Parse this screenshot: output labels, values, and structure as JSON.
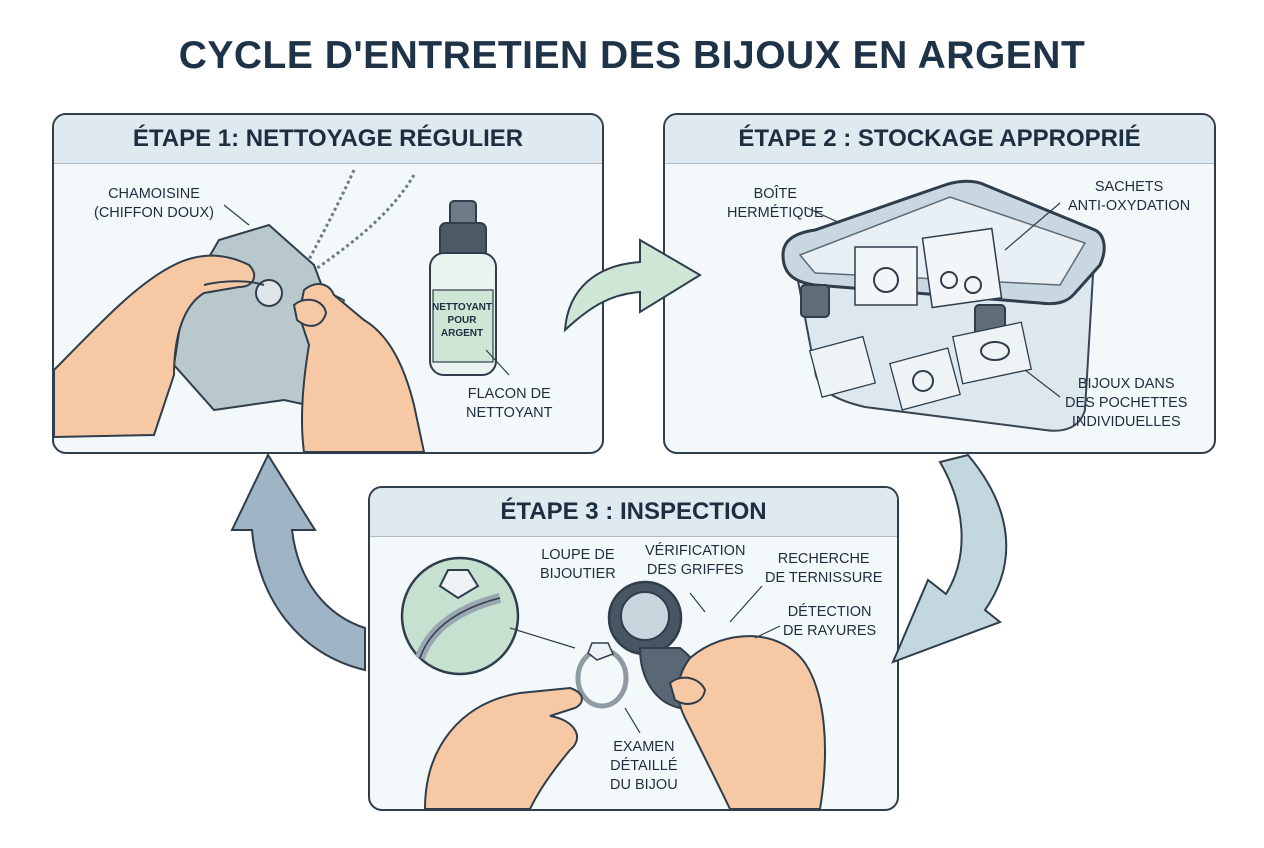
{
  "title": "CYCLE D'ENTRETIEN DES BIJOUX EN ARGENT",
  "step1": {
    "title": "ÉTAPE 1: NETTOYAGE RÉGULIER",
    "chamois_label": [
      "CHAMOISINE",
      "(CHIFFON DOUX)"
    ],
    "bottle_text": [
      "NETTOYANT",
      "POUR",
      "ARGENT"
    ],
    "bottle_label": [
      "FLACON DE",
      "NETTOYANT"
    ]
  },
  "step2": {
    "title": "ÉTAPE 2 : STOCKAGE APPROPRIÉ",
    "box_label": [
      "BOÎTE",
      "HERMÉTIQUE"
    ],
    "sachets_label": [
      "SACHETS",
      "ANTI-OXYDATION"
    ],
    "pouches_label": [
      "BIJOUX DANS",
      "DES POCHETTES",
      "INDIVIDUELLES"
    ]
  },
  "step3": {
    "title": "ÉTAPE 3 : INSPECTION",
    "loupe_label": [
      "LOUPE DE",
      "BIJOUTIER"
    ],
    "claws_label": [
      "VÉRIFICATION",
      "DES GRIFFES"
    ],
    "tarnish_label": [
      "RECHERCHE",
      "DE TERNISSURE"
    ],
    "scratch_label": [
      "DÉTECTION",
      "DE RAYURES"
    ],
    "exam_label": [
      "EXAMEN",
      "DÉTAILLÉ",
      "DU BIJOU"
    ]
  },
  "colors": {
    "arrow_green": "#cfe6d6",
    "arrow_blue": "#9fb4c4",
    "skin": "#f6c9a4",
    "cloth": "#b9c8cc",
    "outline": "#2f3d4c"
  },
  "icons": [
    "cycle-arrow-1-to-2",
    "cycle-arrow-2-to-3",
    "cycle-arrow-3-to-1"
  ]
}
